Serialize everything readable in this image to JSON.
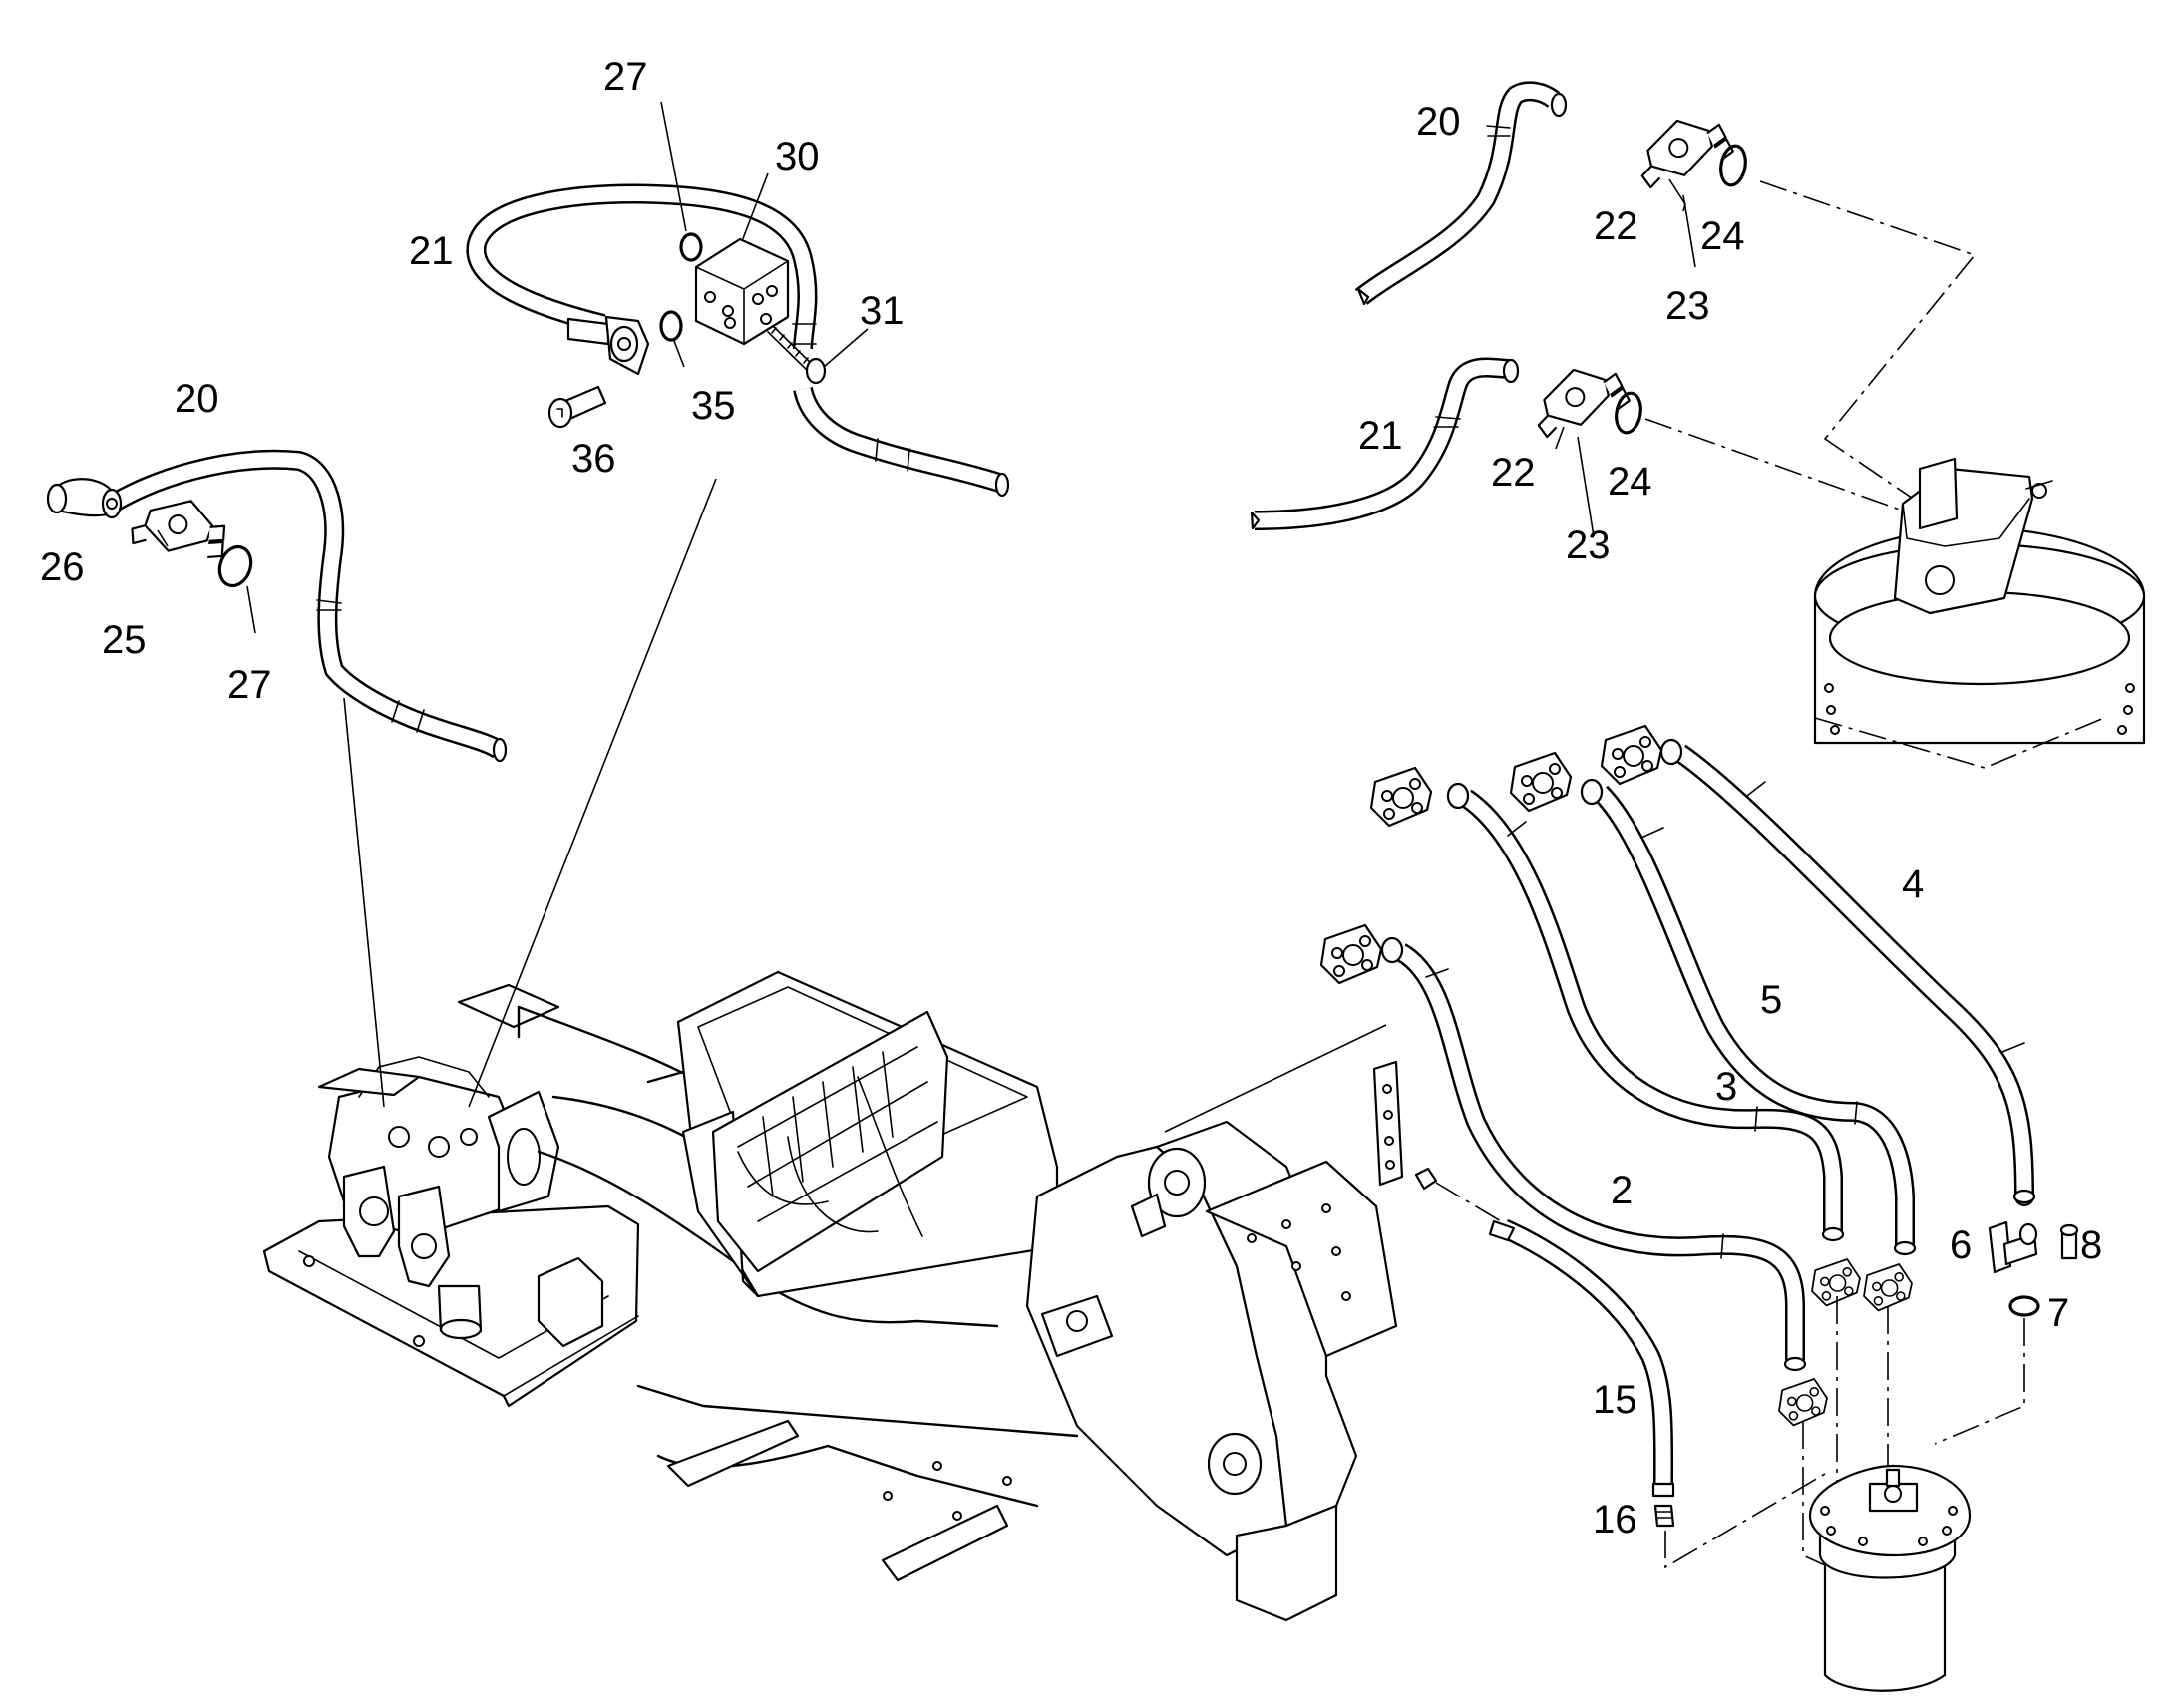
{
  "callouts": {
    "c_27_top": "27",
    "c_30": "30",
    "c_21_top": "21",
    "c_31": "31",
    "c_35": "35",
    "c_36": "36",
    "c_20_left": "20",
    "c_26": "26",
    "c_25": "25",
    "c_27_left": "27",
    "c_20_right": "20",
    "c_22_a": "22",
    "c_24_a": "24",
    "c_23_a": "23",
    "c_21_right": "21",
    "c_22_b": "22",
    "c_24_b": "24",
    "c_23_b": "23",
    "c_4": "4",
    "c_5": "5",
    "c_3": "3",
    "c_2": "2",
    "c_6": "6",
    "c_8": "8",
    "c_7": "7",
    "c_15": "15",
    "c_16": "16"
  }
}
